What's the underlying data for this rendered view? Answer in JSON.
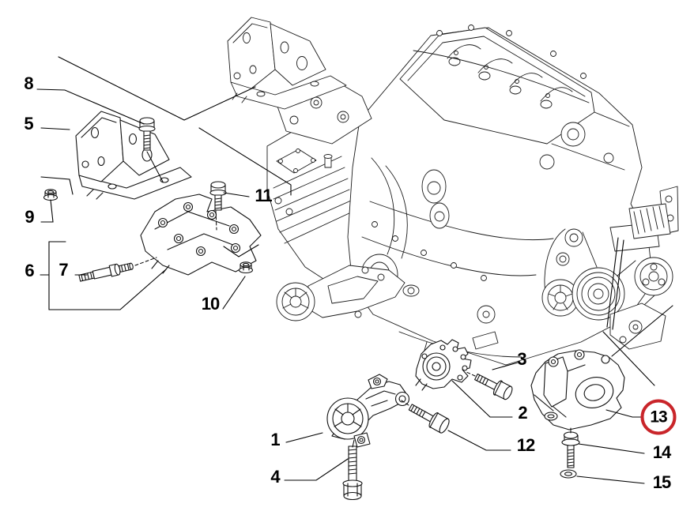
{
  "diagram": {
    "background_color": "#ffffff",
    "line_color": "#1a1a1a",
    "highlight_color": "#c9252a",
    "highlighted_part": "13",
    "callouts": [
      {
        "part": "1",
        "label": "1"
      },
      {
        "part": "2",
        "label": "2"
      },
      {
        "part": "3",
        "label": "3"
      },
      {
        "part": "4",
        "label": "4"
      },
      {
        "part": "5",
        "label": "5"
      },
      {
        "part": "6",
        "label": "6"
      },
      {
        "part": "7",
        "label": "7"
      },
      {
        "part": "8",
        "label": "8"
      },
      {
        "part": "9",
        "label": "9"
      },
      {
        "part": "10",
        "label": "10"
      },
      {
        "part": "11",
        "label": "11"
      },
      {
        "part": "12",
        "label": "12"
      },
      {
        "part": "13",
        "label": "13"
      },
      {
        "part": "14",
        "label": "14"
      },
      {
        "part": "15",
        "label": "15"
      }
    ]
  }
}
